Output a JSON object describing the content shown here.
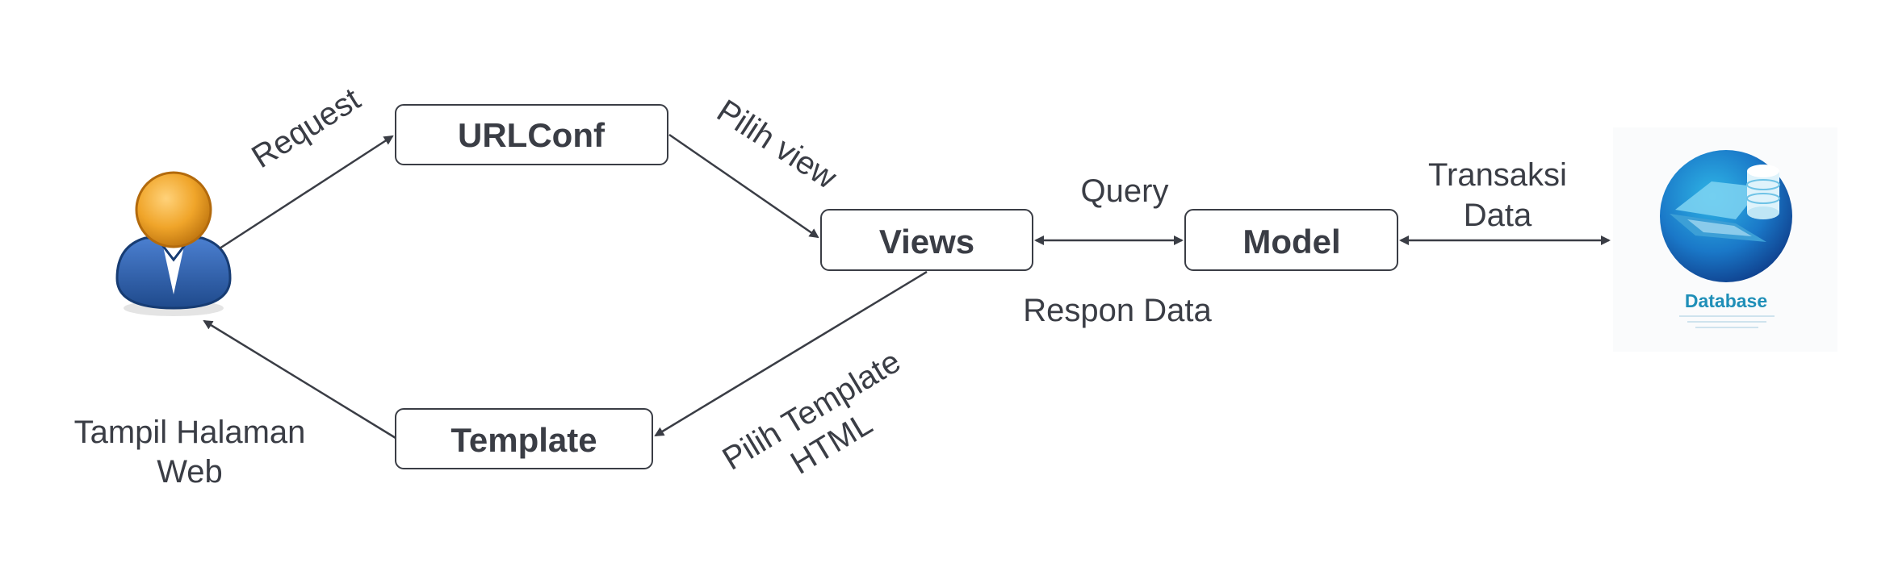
{
  "nodes": {
    "urlconf": "URLConf",
    "views": "Views",
    "model": "Model",
    "template": "Template",
    "database": "Database"
  },
  "edges": {
    "request": "Request",
    "pilih_view": "Pilih view",
    "query": "Query",
    "respon_data": "Respon Data",
    "transaksi_data": [
      "Transaksi",
      "Data"
    ],
    "pilih_template_html": [
      "Pilih Template",
      "HTML"
    ],
    "tampil_halaman_web": [
      "Tampil Halaman",
      "Web"
    ]
  },
  "colors": {
    "line": "#3a3d45",
    "user_head": "#f0a52a",
    "user_body": "#2f5fa8",
    "database_label": "#1f8fb8",
    "database_circle": "#1a5fae"
  }
}
